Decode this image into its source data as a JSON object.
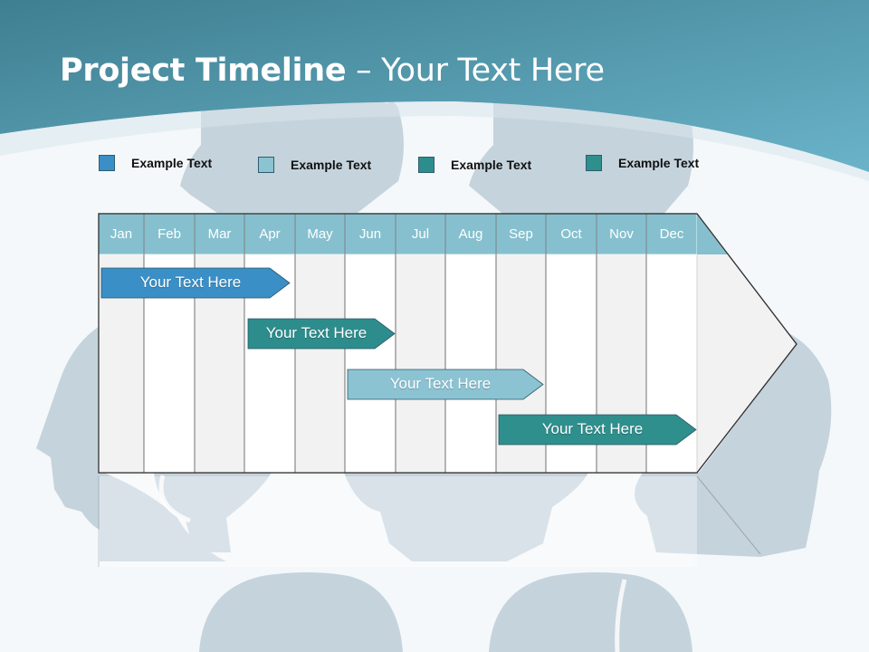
{
  "title": {
    "bold": "Project Timeline",
    "rest": " – Your Text Here"
  },
  "legend": [
    {
      "label": "Example Text",
      "color": "#3a8fc6"
    },
    {
      "label": "Example Text",
      "color": "#8cc3d3"
    },
    {
      "label": "Example Text",
      "color": "#2d8d8c"
    },
    {
      "label": "Example Text",
      "color": "#2f8f8d"
    }
  ],
  "months": [
    "Jan",
    "Feb",
    "Mar",
    "Apr",
    "May",
    "Jun",
    "Jul",
    "Aug",
    "Sep",
    "Oct",
    "Nov",
    "Dec"
  ],
  "tasks": [
    {
      "label": "Your  Text Here",
      "color": "#3a8fc6"
    },
    {
      "label": "Your  Text Here",
      "color": "#2d8d8c"
    },
    {
      "label": "Your  Text Here",
      "color": "#8cc3d3"
    },
    {
      "label": "Your  Text Here",
      "color": "#2f8f8d"
    }
  ],
  "colors": {
    "header_band": "#5fa3b8",
    "month_header": "#86c0cf",
    "silhouette": "#c5d3dc"
  }
}
